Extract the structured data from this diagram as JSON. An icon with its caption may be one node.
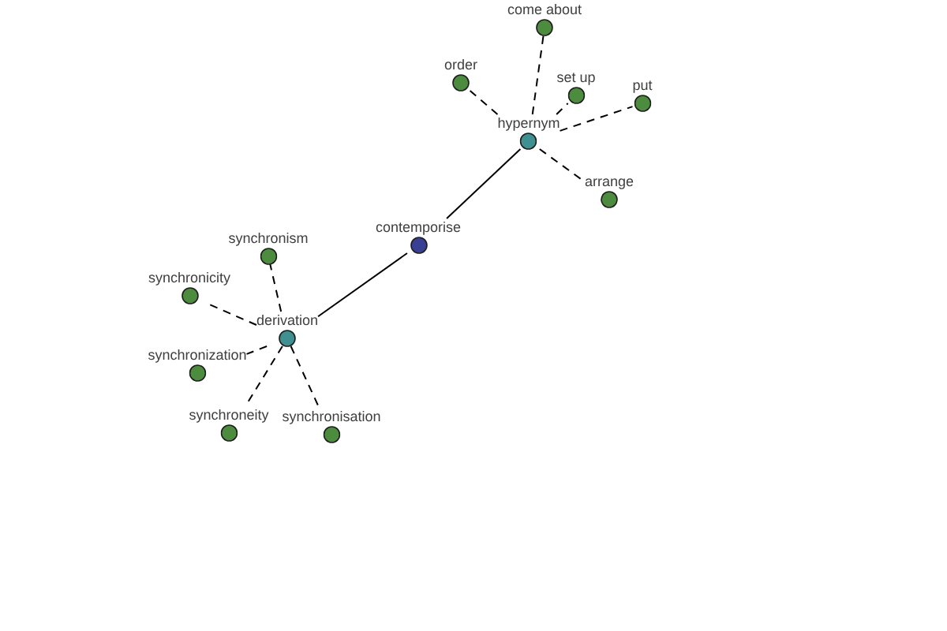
{
  "diagram": {
    "nodes": [
      {
        "text": [
          "come about"
        ]
      },
      {
        "text": [
          "order"
        ]
      },
      {
        "text": [
          "set up"
        ]
      },
      {
        "text": [
          "put"
        ]
      },
      {
        "text": [
          "hypernym"
        ]
      },
      {
        "text": [
          "arrange"
        ]
      },
      {
        "text": [
          "contemporise"
        ]
      },
      {
        "text": [
          "synchronism"
        ]
      },
      {
        "text": [
          "synchronicity"
        ]
      },
      {
        "text": [
          "derivation"
        ]
      },
      {
        "text": [
          "synchronization"
        ]
      },
      {
        "text": [
          "synchroneity"
        ]
      },
      {
        "text": [
          "synchronisation"
        ]
      }
    ],
    "edges": [
      {
        "from": 6,
        "to": 4,
        "arrow": "none"
      },
      {
        "from": 6,
        "to": 9,
        "arrow": "none"
      },
      {
        "from": 4,
        "to": 0,
        "arrow": "none",
        "style": "dashed"
      },
      {
        "from": 4,
        "to": 1,
        "arrow": "none",
        "style": "dashed"
      },
      {
        "from": 4,
        "to": 2,
        "arrow": "none",
        "style": "dashed"
      },
      {
        "from": 4,
        "to": 3,
        "arrow": "none",
        "style": "dashed"
      },
      {
        "from": 4,
        "to": 5,
        "arrow": "none",
        "style": "dashed"
      },
      {
        "from": 9,
        "to": 7,
        "arrow": "none",
        "style": "dashed"
      },
      {
        "from": 9,
        "to": 8,
        "arrow": "none",
        "style": "dashed"
      },
      {
        "from": 9,
        "to": 10,
        "arrow": "none",
        "style": "dashed"
      },
      {
        "from": 9,
        "to": 11,
        "arrow": "none",
        "style": "dashed"
      },
      {
        "from": 9,
        "to": 12,
        "arrow": "none",
        "style": "dashed"
      }
    ]
  }
}
